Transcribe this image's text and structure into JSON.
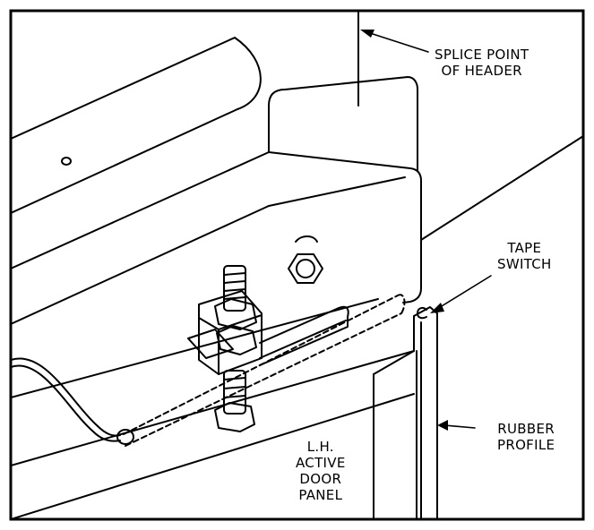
{
  "callouts": {
    "splice_point": {
      "line1": "SPLICE POINT",
      "line2": "OF HEADER"
    },
    "tape_switch": {
      "line1": "TAPE",
      "line2": "SWITCH"
    },
    "rubber_profile": {
      "line1": "RUBBER",
      "line2": "PROFILE"
    },
    "door_panel": {
      "line1": "L.H.",
      "line2": "ACTIVE",
      "line3": "DOOR",
      "line4": "PANEL"
    }
  }
}
